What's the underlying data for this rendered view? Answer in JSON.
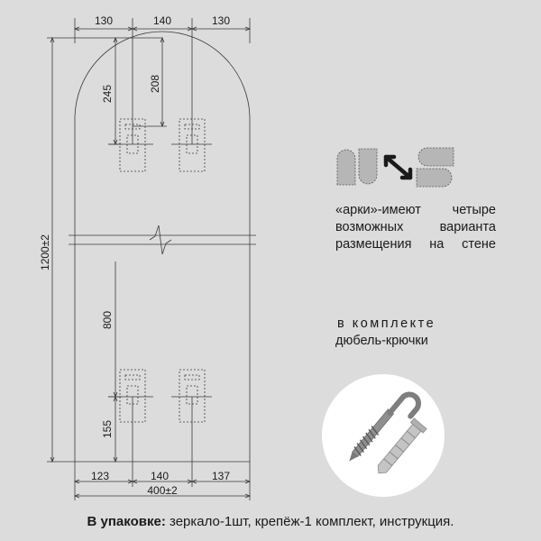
{
  "dimensions": {
    "top": [
      "130",
      "140",
      "130"
    ],
    "bottom": [
      "123",
      "140",
      "137"
    ],
    "total_width": "400±2",
    "total_height": "1200±2",
    "arch_to_upper_hooks": "245",
    "upper_hook_offset": "208",
    "hook_spacing_vertical": "800",
    "lower_hook_from_bottom": "155"
  },
  "description": {
    "lines": [
      "«арки»-имеют четыре",
      "возможных  варианта",
      "размещения на стене"
    ]
  },
  "kit": {
    "line1": "в комплекте",
    "line2": "дюбель-крючки"
  },
  "packaging": {
    "label": "В упаковке:",
    "text": " зеркало-1шт, крепёж-1 комплект, инструкция."
  },
  "icons": [
    "arch-variant-icons",
    "swap-arrows-icon",
    "hook-dowel-photo"
  ],
  "colors": {
    "background": "#dcdcdc",
    "line": "#3a3a3a",
    "photo_circle": "#ffffff"
  }
}
